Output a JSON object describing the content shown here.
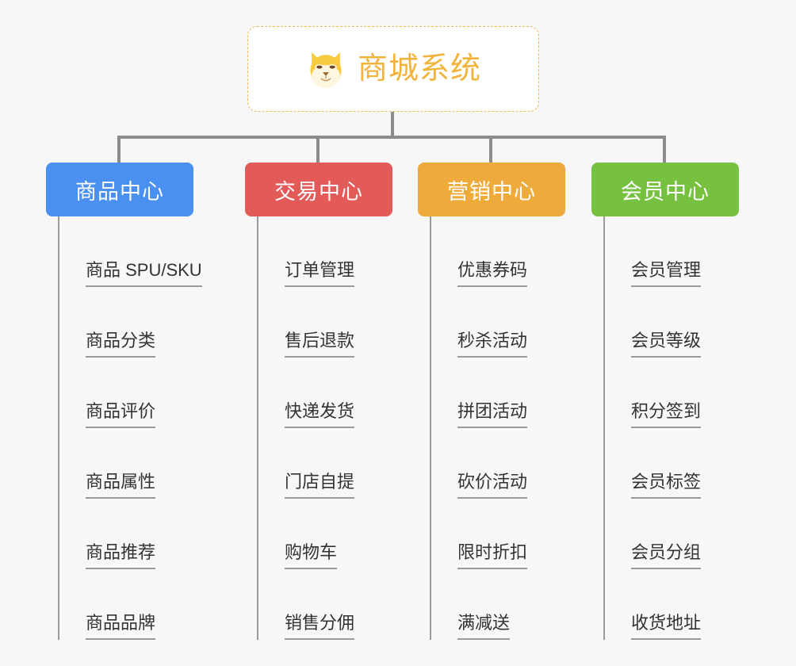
{
  "page": {
    "background_color": "#f7f7f7",
    "connector_color": "#8c8c8c",
    "leaf_line_color": "#9a9a9a",
    "leaf_text_color": "#333333"
  },
  "root": {
    "title": "商城系统",
    "icon": "shiba-dog-face-icon",
    "border_color": "#f0b952",
    "text_color": "#f2b33d",
    "background_color": "#ffffff"
  },
  "branches": [
    {
      "id": "product-center",
      "label": "商品中心",
      "color": "#4a90f0",
      "items": [
        {
          "label": "商品 SPU/SKU"
        },
        {
          "label": "商品分类"
        },
        {
          "label": "商品评价"
        },
        {
          "label": "商品属性"
        },
        {
          "label": "商品推荐"
        },
        {
          "label": "商品品牌"
        }
      ]
    },
    {
      "id": "trade-center",
      "label": "交易中心",
      "color": "#e35b58",
      "items": [
        {
          "label": "订单管理"
        },
        {
          "label": "售后退款"
        },
        {
          "label": "快递发货"
        },
        {
          "label": "门店自提"
        },
        {
          "label": "购物车"
        },
        {
          "label": "销售分佣"
        }
      ]
    },
    {
      "id": "marketing-center",
      "label": "营销中心",
      "color": "#eeab3c",
      "items": [
        {
          "label": "优惠券码"
        },
        {
          "label": "秒杀活动"
        },
        {
          "label": "拼团活动"
        },
        {
          "label": "砍价活动"
        },
        {
          "label": "限时折扣"
        },
        {
          "label": "满减送"
        }
      ]
    },
    {
      "id": "member-center",
      "label": "会员中心",
      "color": "#77c141",
      "items": [
        {
          "label": "会员管理"
        },
        {
          "label": "会员等级"
        },
        {
          "label": "积分签到"
        },
        {
          "label": "会员标签"
        },
        {
          "label": "会员分组"
        },
        {
          "label": "收货地址"
        }
      ]
    }
  ]
}
